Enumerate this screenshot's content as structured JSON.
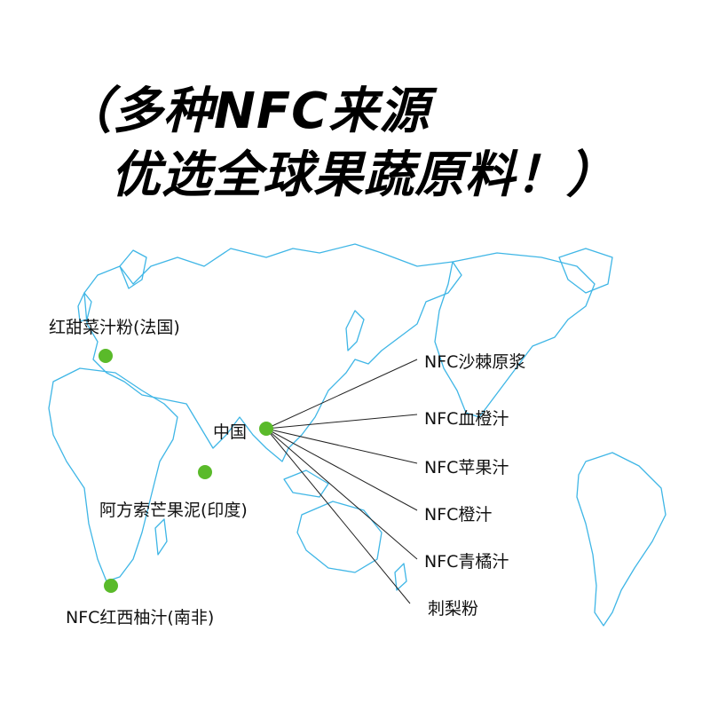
{
  "headline": {
    "line1": "（多种NFC来源",
    "line2": "优选全球果蔬原料！）"
  },
  "sources": {
    "france": "红甜菜汁粉(法国)",
    "china": "中国",
    "india": "阿方索芒果泥(印度)",
    "south_africa": "NFC红西柚汁(南非)"
  },
  "products": [
    "NFC沙棘原浆",
    "NFC血橙汁",
    "NFC苹果汁",
    "NFC橙汁",
    "NFC青橘汁",
    "刺梨粉"
  ],
  "colors": {
    "map_outline": "#3fb6e6",
    "marker": "#5aba2a",
    "text": "#111111"
  }
}
